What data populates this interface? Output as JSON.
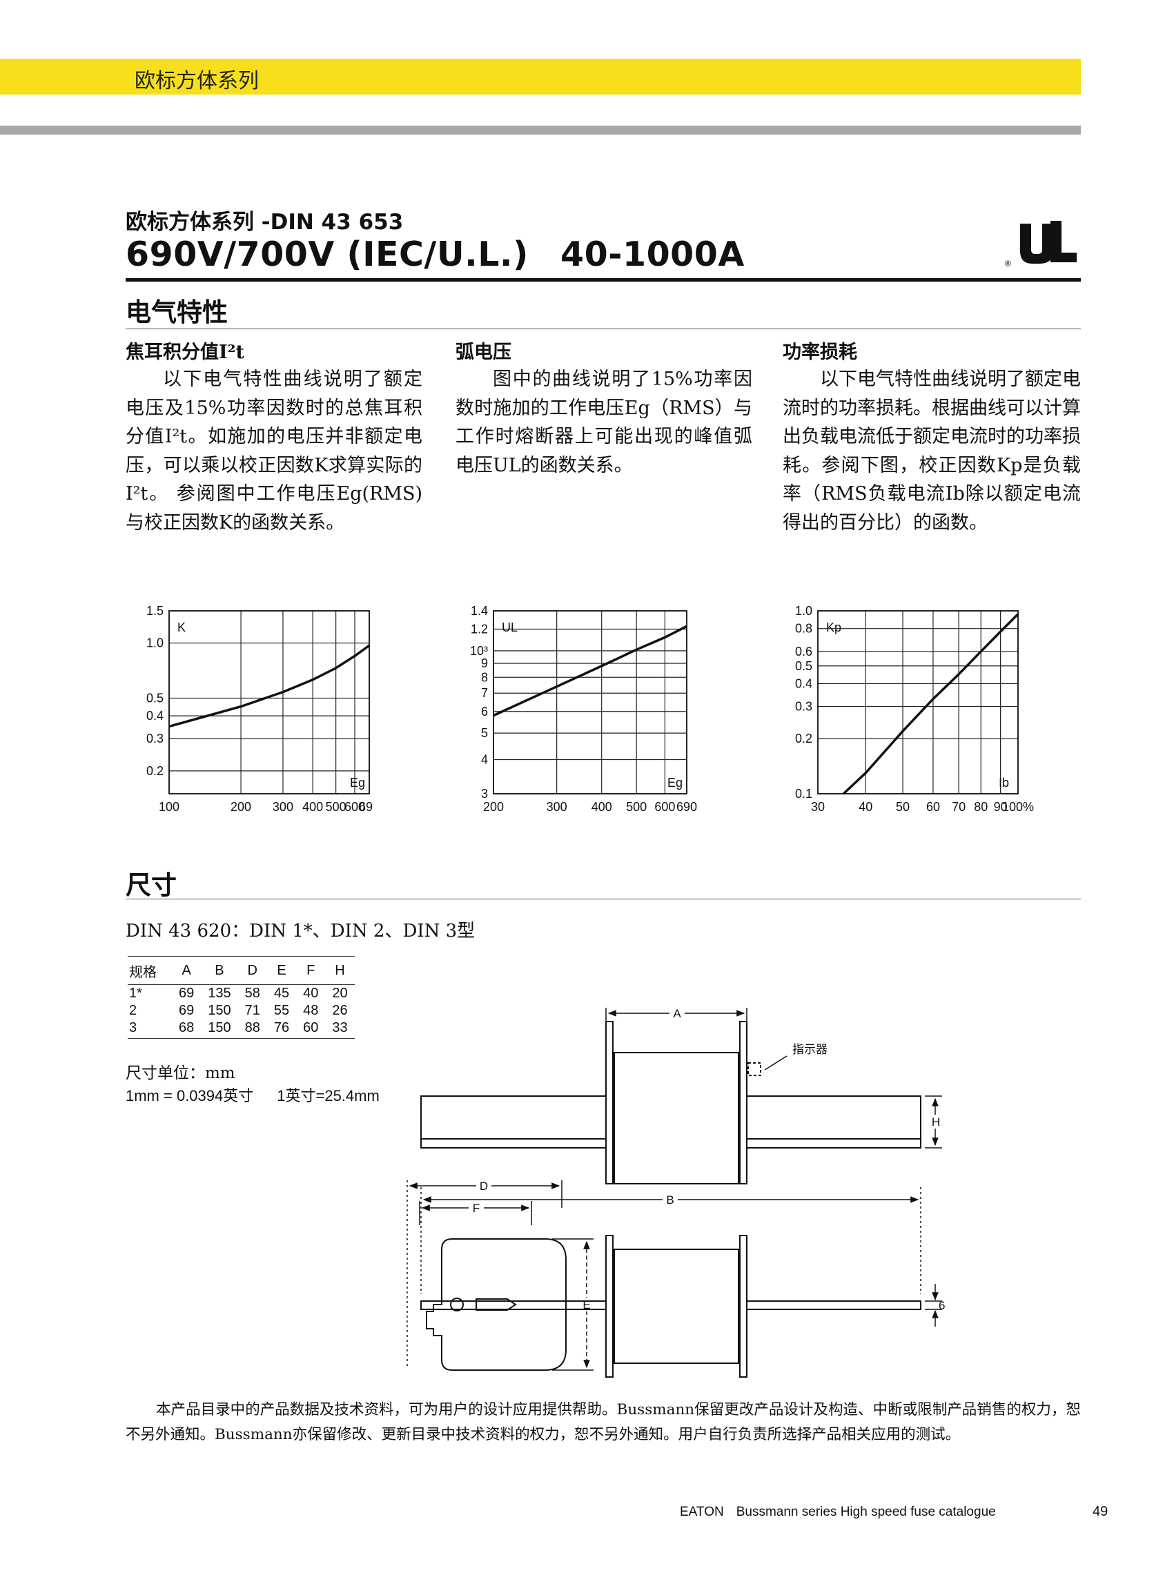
{
  "header": {
    "band_text": "欧标方体系列"
  },
  "title": {
    "subtitle": "欧标方体系列 -DIN 43 653",
    "main_left": "690V/700V (IEC/U.L.)",
    "main_right": "40-1000A"
  },
  "sections": {
    "electrical": "电气特性",
    "dimensions": "尺寸"
  },
  "columns": [
    {
      "heading": "焦耳积分值I²t",
      "text": "以下电气特性曲线说明了额定电压及15%功率因数时的总焦耳积分值I²t。如施加的电压并非额定电压，可以乘以校正因数K求算实际的I²t。 参阅图中工作电压Eg(RMS)与校正因数K的函数关系。"
    },
    {
      "heading": "弧电压",
      "text": "图中的曲线说明了15%功率因数时施加的工作电压Eg（RMS）与工作时熔断器上可能出现的峰值弧电压UL的函数关系。"
    },
    {
      "heading": "功率损耗",
      "text": "以下电气特性曲线说明了额定电流时的功率损耗。根据曲线可以计算出负载电流低于额定电流时的功率损耗。参阅下图，校正因数Kp是负载率（RMS负载电流Ib除以额定电流得出的百分比）的函数。"
    }
  ],
  "chart_data": [
    {
      "type": "line",
      "ylabel": "K",
      "xlabel": "Eg",
      "xscale": "log",
      "yscale": "log",
      "xlim": [
        100,
        690
      ],
      "ylim": [
        0.15,
        1.5
      ],
      "x_ticks": [
        "100",
        "200",
        "300",
        "400",
        "500",
        "600",
        "690"
      ],
      "y_ticks": [
        "1.5",
        "1.0",
        "0.5",
        "0.4",
        "0.3",
        "0.2"
      ],
      "grid": true,
      "series": [
        {
          "x": [
            100,
            200,
            300,
            400,
            500,
            600,
            690
          ],
          "y": [
            0.35,
            0.45,
            0.54,
            0.63,
            0.73,
            0.85,
            0.97
          ]
        }
      ]
    },
    {
      "type": "line",
      "ylabel": "UL",
      "xlabel": "Eg",
      "xscale": "log",
      "yscale": "log",
      "xlim": [
        200,
        690
      ],
      "ylim": [
        300,
        1400
      ],
      "x_ticks": [
        "200",
        "300",
        "400",
        "500",
        "600",
        "690"
      ],
      "y_ticks": [
        "1.4",
        "1.2",
        "10³",
        "9",
        "8",
        "7",
        "6",
        "5",
        "4",
        "3"
      ],
      "grid": true,
      "series": [
        {
          "x": [
            200,
            300,
            400,
            500,
            600,
            690
          ],
          "y": [
            580,
            740,
            880,
            1010,
            1120,
            1230
          ]
        }
      ]
    },
    {
      "type": "line",
      "ylabel": "Kp",
      "xlabel": "Ib",
      "xscale": "log",
      "yscale": "log",
      "xlim": [
        30,
        100
      ],
      "ylim": [
        0.1,
        1.0
      ],
      "x_ticks": [
        "30",
        "40",
        "50",
        "60",
        "70",
        "80",
        "90",
        "100%"
      ],
      "y_ticks": [
        "1.0",
        "0.8",
        "0.6",
        "0.5",
        "0.4",
        "0.3",
        "0.2",
        "0.1"
      ],
      "grid": true,
      "series": [
        {
          "x": [
            35,
            40,
            50,
            60,
            70,
            80,
            90,
            100
          ],
          "y": [
            0.1,
            0.13,
            0.22,
            0.33,
            0.45,
            0.6,
            0.77,
            0.96
          ]
        }
      ]
    }
  ],
  "dimensions": {
    "standard_line": "DIN 43 620：DIN 1*、DIN 2、DIN 3型",
    "table": {
      "headers": [
        "规格",
        "A",
        "B",
        "D",
        "E",
        "F",
        "H"
      ],
      "rows": [
        [
          "1*",
          "69",
          "135",
          "58",
          "45",
          "40",
          "20"
        ],
        [
          "2",
          "69",
          "150",
          "71",
          "55",
          "48",
          "26"
        ],
        [
          "3",
          "68",
          "150",
          "88",
          "76",
          "60",
          "33"
        ]
      ]
    },
    "unit_label": "尺寸单位：mm",
    "conv_mm": "1mm = 0.0394英寸",
    "conv_in": "1英寸=25.4mm",
    "drawing_labels": {
      "A": "A",
      "B": "B",
      "D": "D",
      "E": "E",
      "F": "F",
      "H": "H",
      "six": "6",
      "indicator": "指示器"
    }
  },
  "disclaimer": "本产品目录中的产品数据及技术资料，可为用户的设计应用提供帮助。Bussmann保留更改产品设计及构造、中断或限制产品销售的权力，恕不另外通知。Bussmann亦保留修改、更新目录中技术资料的权力，恕不另外通知。用户自行负责所选择产品相关应用的测试。",
  "footer": {
    "brand": "EATON",
    "series": "Bussmann series High speed fuse catalogue",
    "page": "49"
  }
}
